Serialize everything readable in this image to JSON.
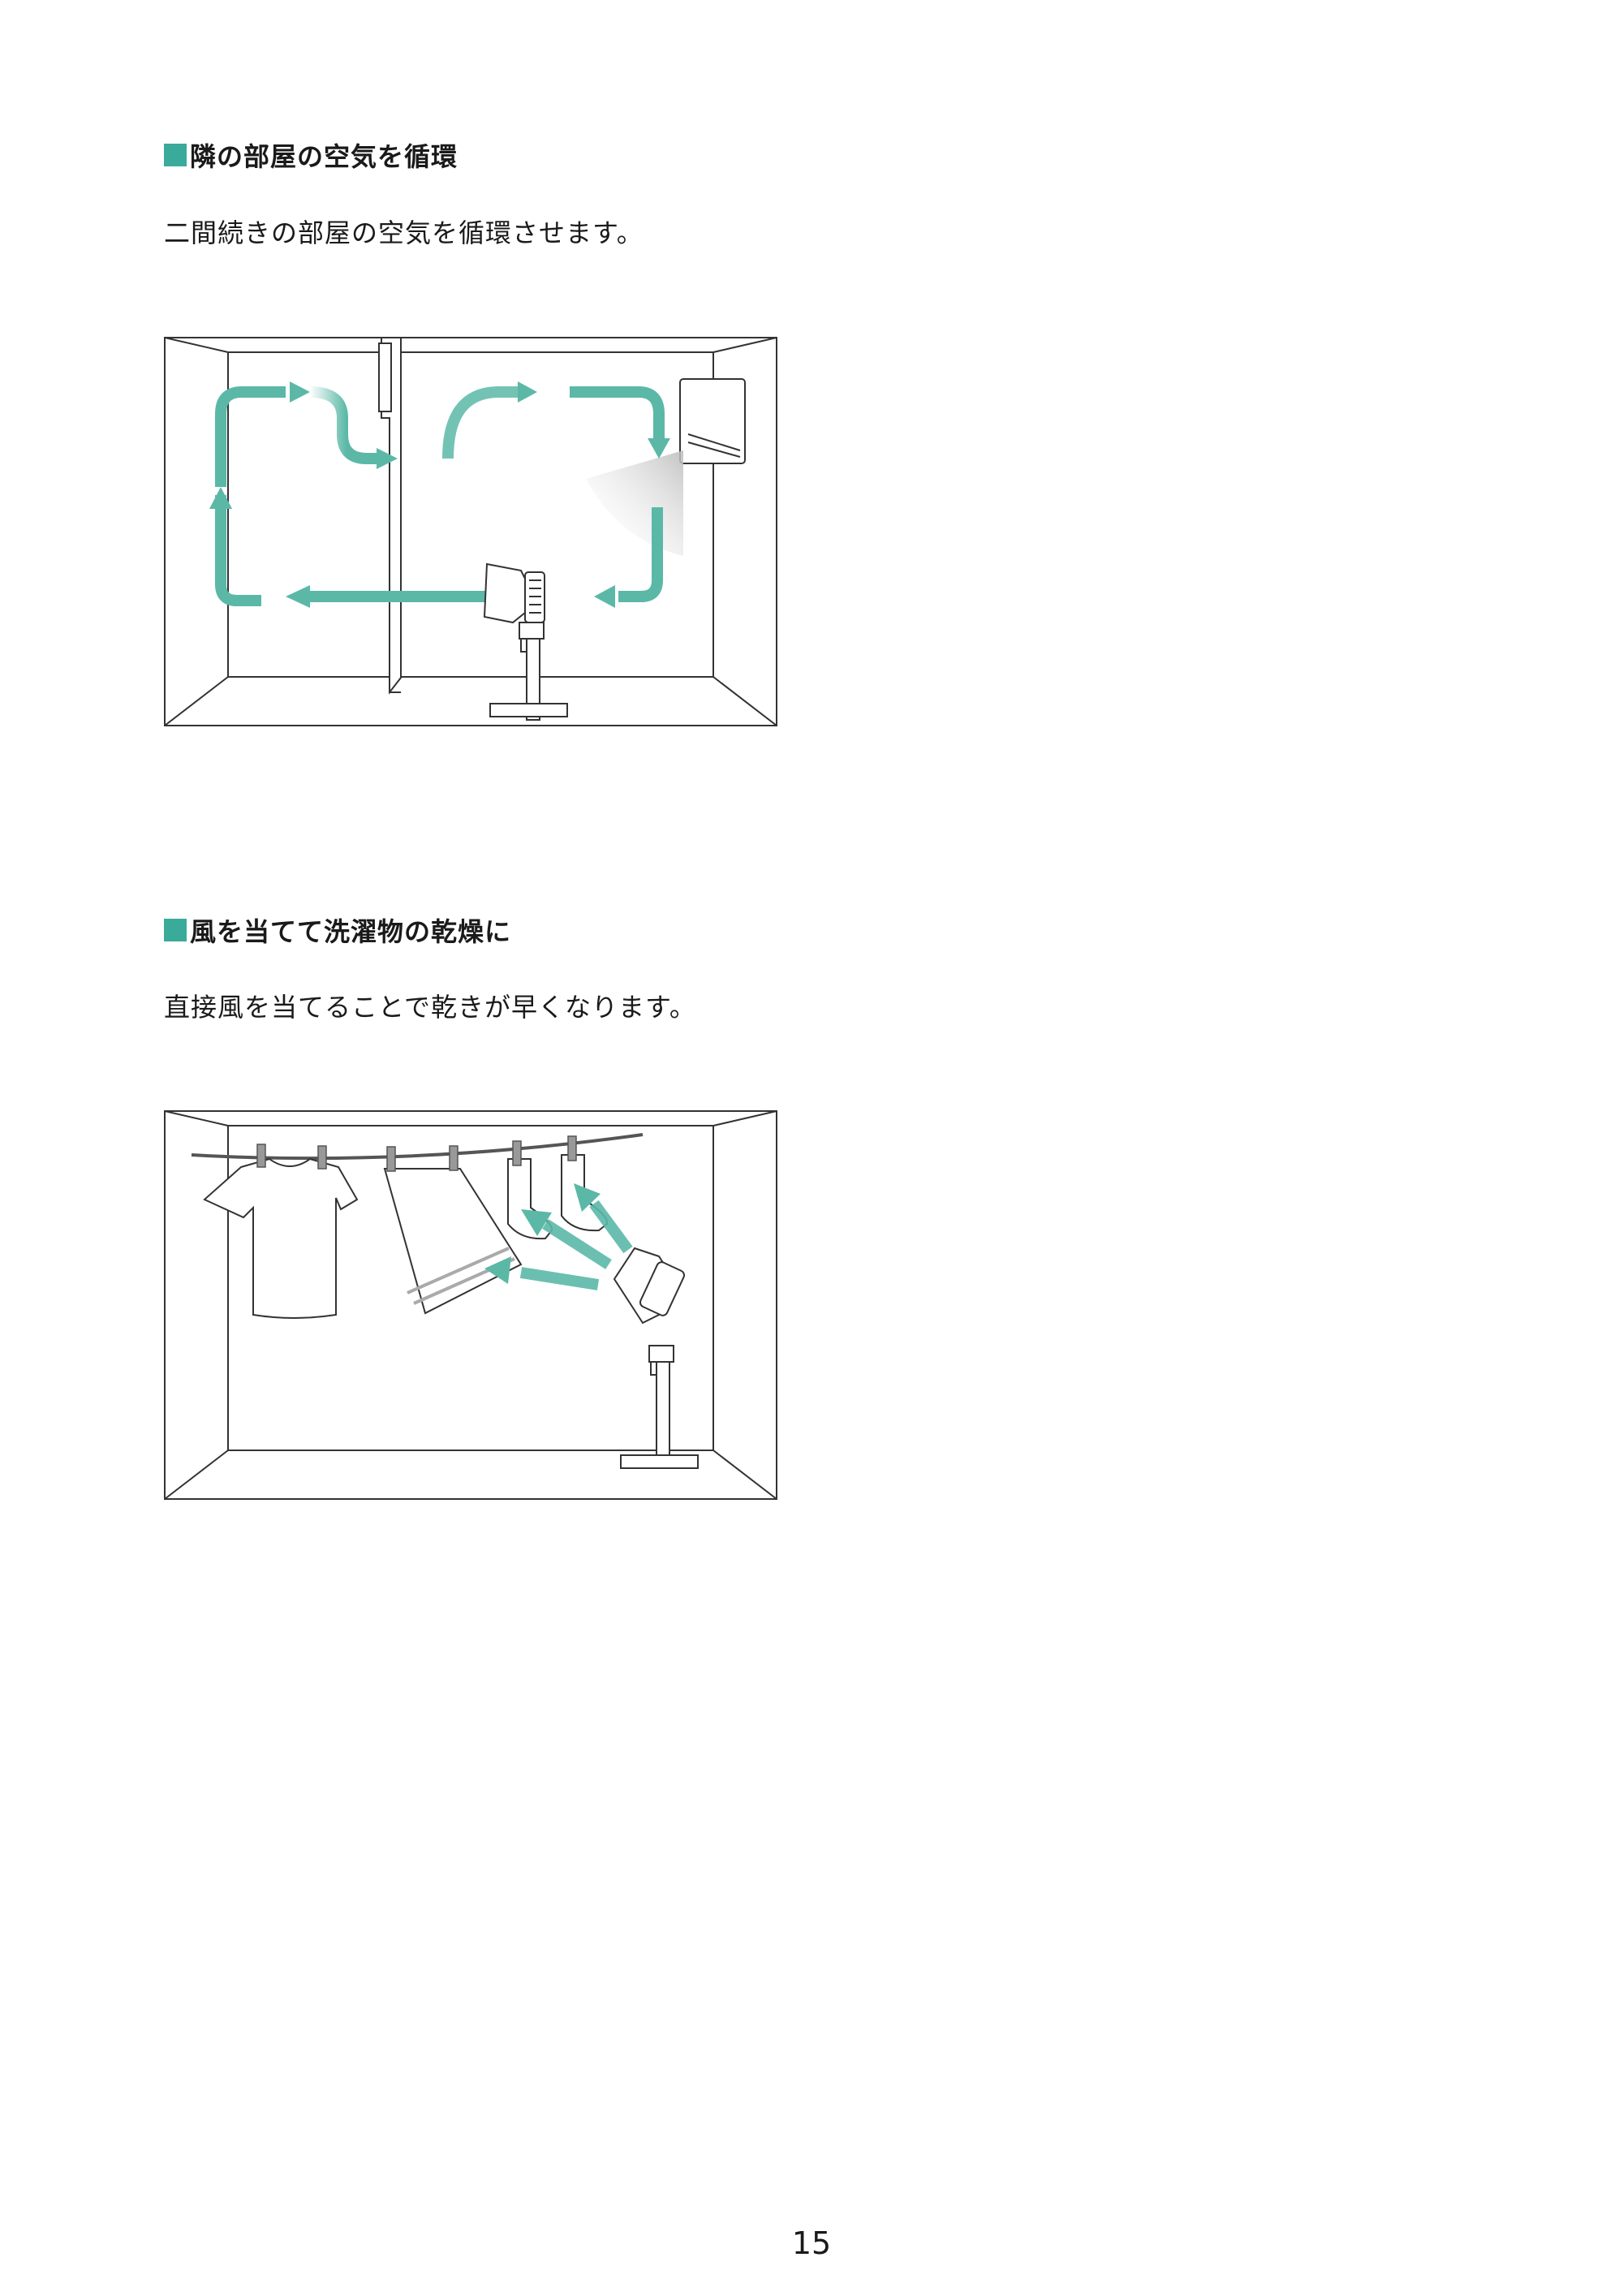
{
  "sections": [
    {
      "heading": "隣の部屋の空気を循環",
      "description": "二間続きの部屋の空気を循環させます。"
    },
    {
      "heading": "風を当てて洗濯物の乾燥に",
      "description": "直接風を当てることで乾きが早くなります。"
    }
  ],
  "page_number": "15",
  "colors": {
    "accent": "#3aaa9a",
    "arrow": "#5bb8a7",
    "line": "#333333"
  }
}
